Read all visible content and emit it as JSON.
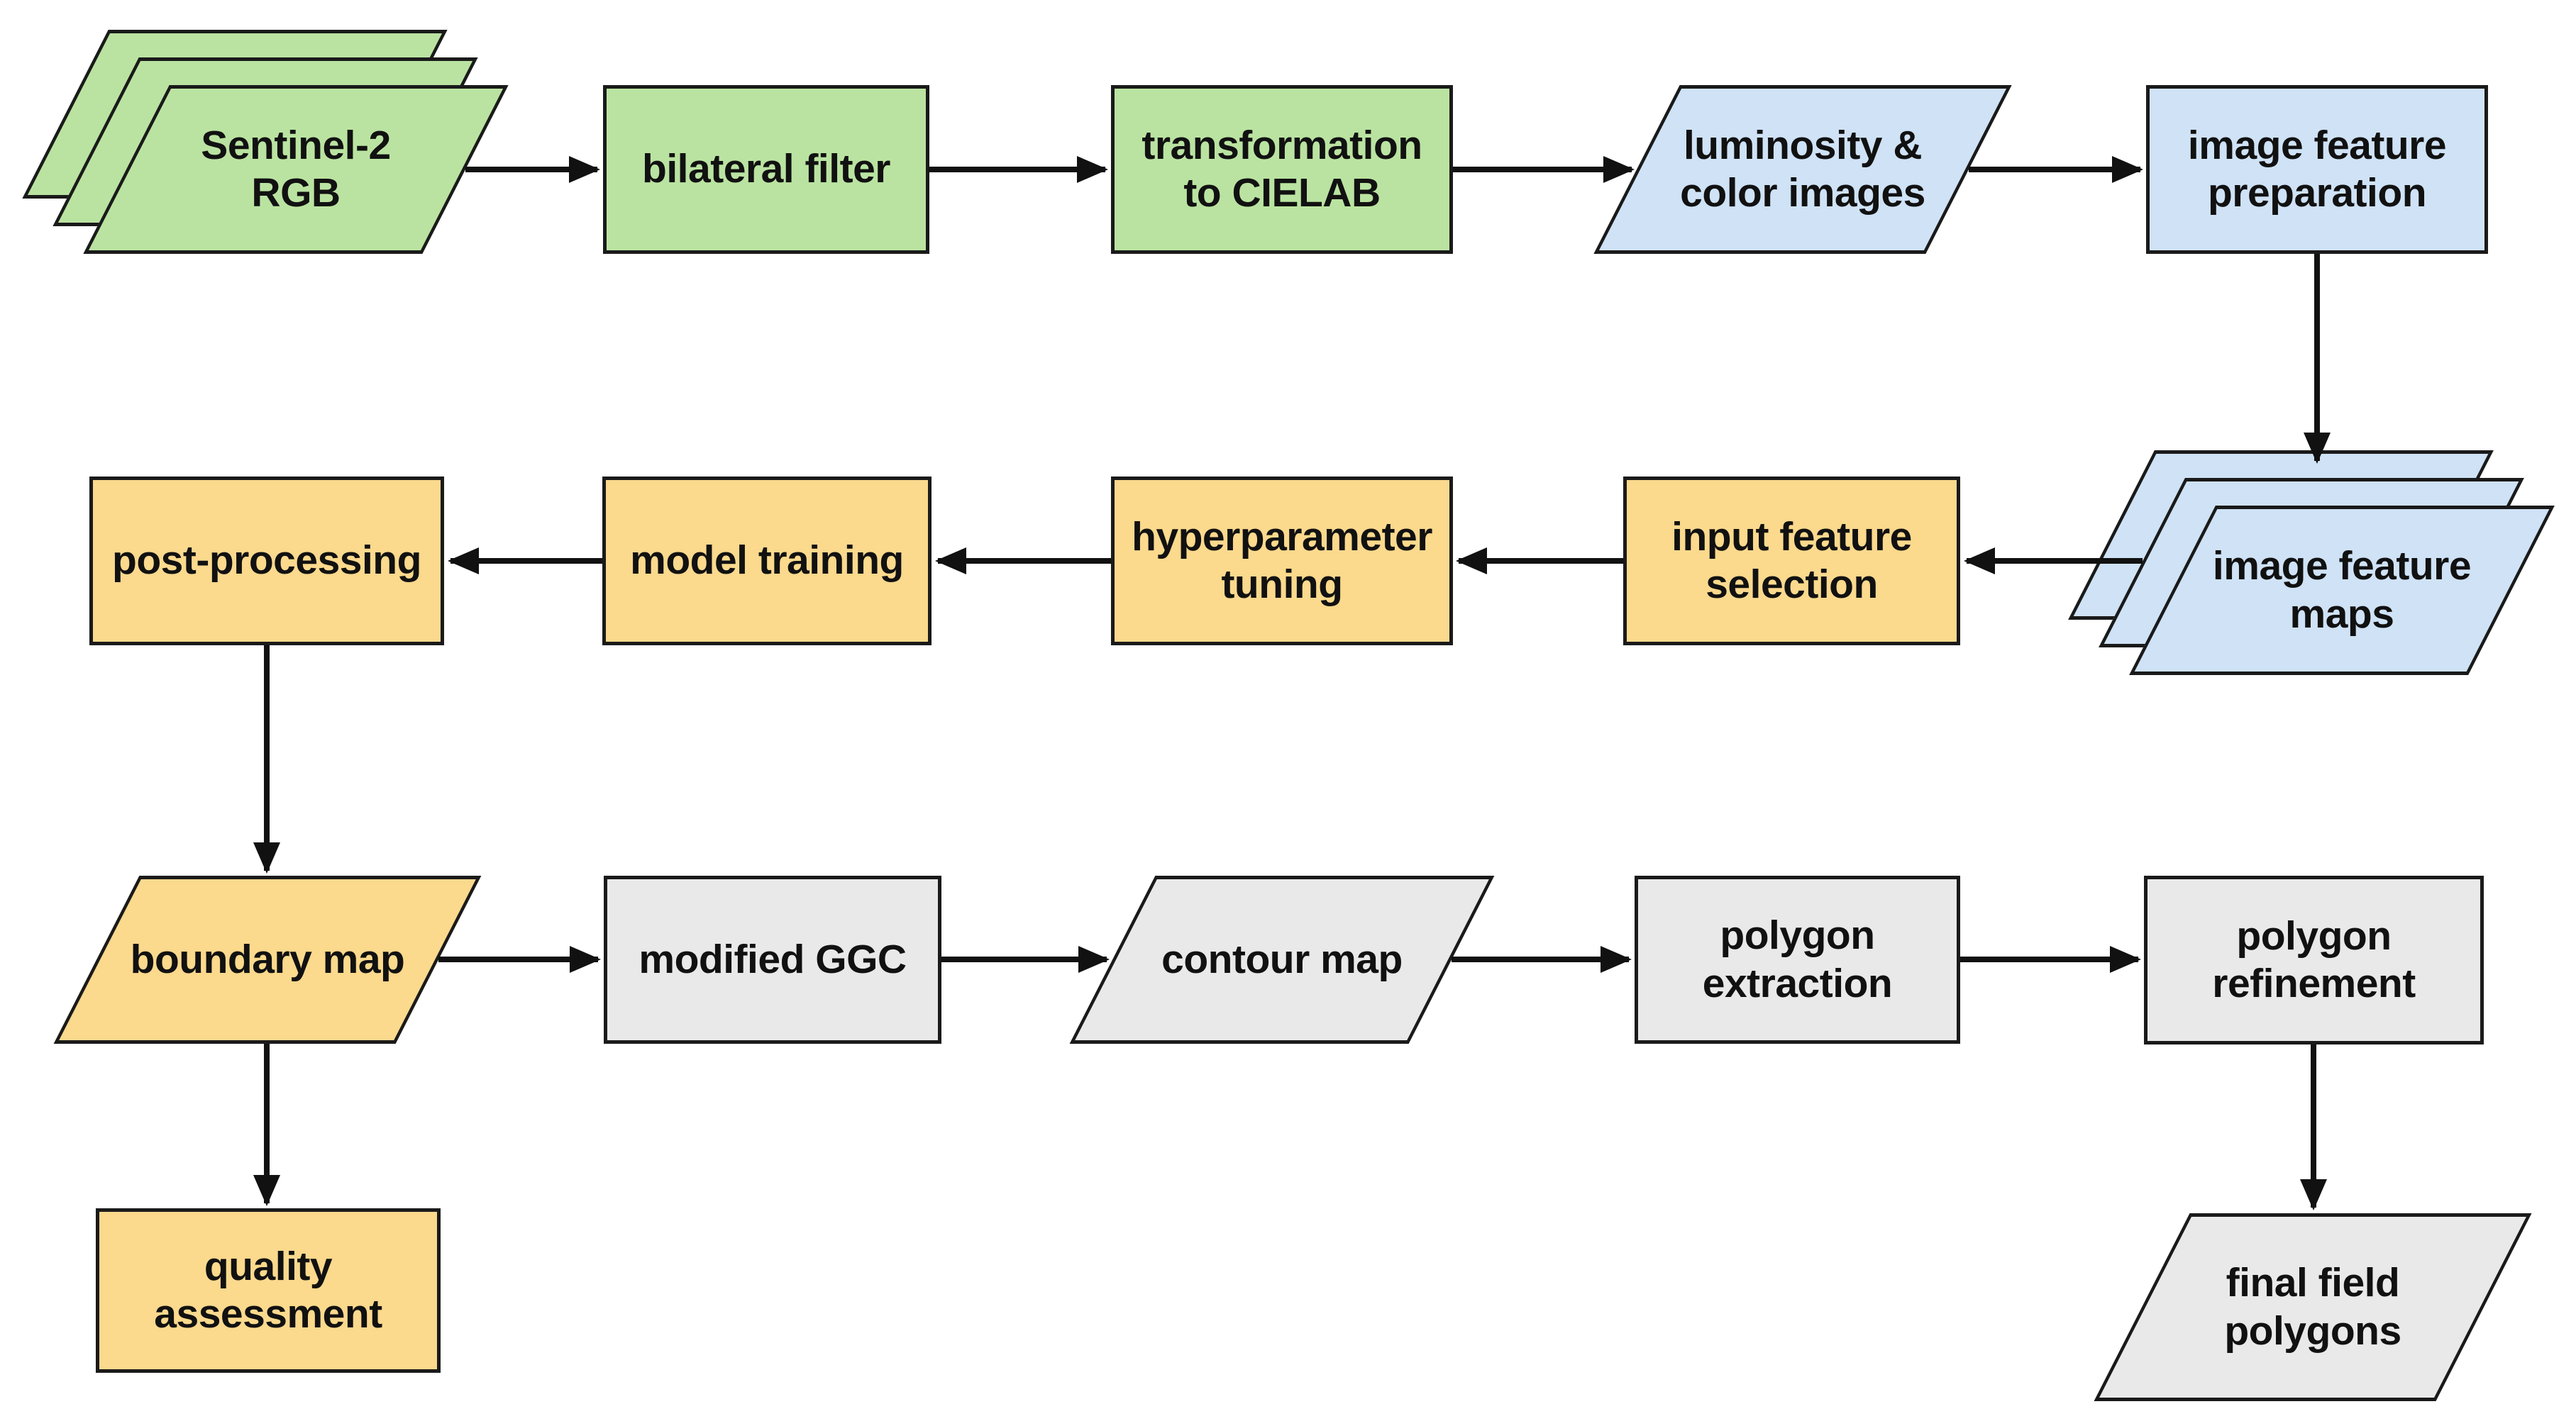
{
  "colors": {
    "green": "#bae3a1",
    "blue": "#cfe2f6",
    "orange": "#fbd98d",
    "gray": "#e9e9e9",
    "border": "#1a1a1a",
    "arrow": "#111111",
    "text": "#111111",
    "background": "#ffffff"
  },
  "nodes": {
    "sentinel2_rgb": {
      "label": "Sentinel-2\nRGB",
      "shape": "stacked-parallelogram",
      "color": "green"
    },
    "bilateral_filter": {
      "label": "bilateral filter",
      "shape": "rect",
      "color": "green"
    },
    "transformation_cielab": {
      "label": "transformation\nto CIELAB",
      "shape": "rect",
      "color": "green"
    },
    "luminosity_color_images": {
      "label": "luminosity &\ncolor images",
      "shape": "parallelogram",
      "color": "blue"
    },
    "image_feature_preparation": {
      "label": "image feature\npreparation",
      "shape": "rect",
      "color": "blue"
    },
    "image_feature_maps": {
      "label": "image feature\nmaps",
      "shape": "stacked-parallelogram",
      "color": "blue"
    },
    "input_feature_selection": {
      "label": "input feature\nselection",
      "shape": "rect",
      "color": "orange"
    },
    "hyperparameter_tuning": {
      "label": "hyperparameter\ntuning",
      "shape": "rect",
      "color": "orange"
    },
    "model_training": {
      "label": "model training",
      "shape": "rect",
      "color": "orange"
    },
    "post_processing": {
      "label": "post-processing",
      "shape": "rect",
      "color": "orange"
    },
    "boundary_map": {
      "label": "boundary map",
      "shape": "parallelogram",
      "color": "orange"
    },
    "modified_ggc": {
      "label": "modified GGC",
      "shape": "rect",
      "color": "gray"
    },
    "contour_map": {
      "label": "contour map",
      "shape": "parallelogram",
      "color": "gray"
    },
    "polygon_extraction": {
      "label": "polygon\nextraction",
      "shape": "rect",
      "color": "gray"
    },
    "polygon_refinement": {
      "label": "polygon\nrefinement",
      "shape": "rect",
      "color": "gray"
    },
    "quality_assessment": {
      "label": "quality\nassessment",
      "shape": "rect",
      "color": "orange"
    },
    "final_field_polygons": {
      "label": "final field\npolygons",
      "shape": "parallelogram",
      "color": "gray"
    }
  },
  "edges": [
    {
      "from": "sentinel2_rgb",
      "to": "bilateral_filter"
    },
    {
      "from": "bilateral_filter",
      "to": "transformation_cielab"
    },
    {
      "from": "transformation_cielab",
      "to": "luminosity_color_images"
    },
    {
      "from": "luminosity_color_images",
      "to": "image_feature_preparation"
    },
    {
      "from": "image_feature_preparation",
      "to": "image_feature_maps"
    },
    {
      "from": "image_feature_maps",
      "to": "input_feature_selection"
    },
    {
      "from": "input_feature_selection",
      "to": "hyperparameter_tuning"
    },
    {
      "from": "hyperparameter_tuning",
      "to": "model_training"
    },
    {
      "from": "model_training",
      "to": "post_processing"
    },
    {
      "from": "post_processing",
      "to": "boundary_map"
    },
    {
      "from": "boundary_map",
      "to": "modified_ggc"
    },
    {
      "from": "modified_ggc",
      "to": "contour_map"
    },
    {
      "from": "contour_map",
      "to": "polygon_extraction"
    },
    {
      "from": "polygon_extraction",
      "to": "polygon_refinement"
    },
    {
      "from": "boundary_map",
      "to": "quality_assessment"
    },
    {
      "from": "polygon_refinement",
      "to": "final_field_polygons"
    }
  ]
}
